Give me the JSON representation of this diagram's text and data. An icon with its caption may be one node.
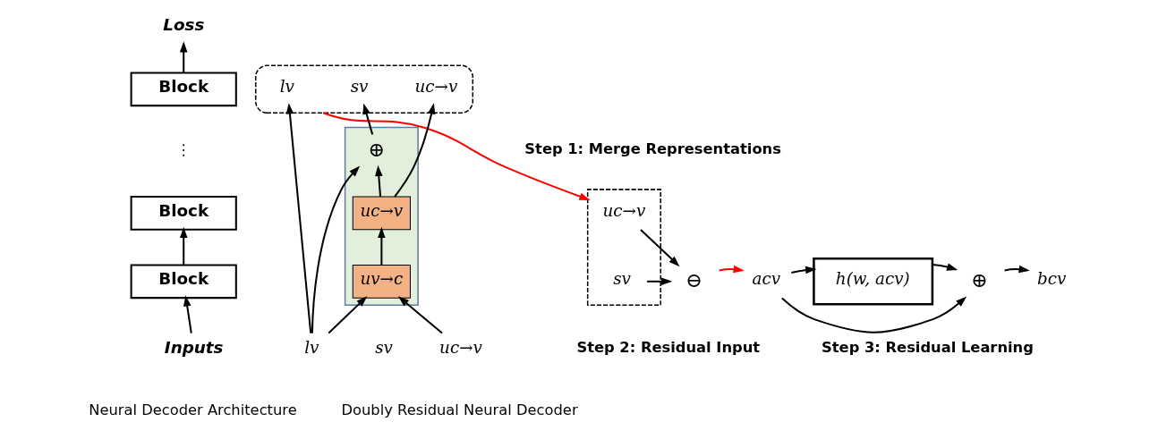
{
  "diagram": {
    "nodes": [
      {
        "text": [
          "Loss"
        ]
      },
      {
        "text": [
          "Block"
        ]
      },
      {
        "text": [
          "Block"
        ]
      },
      {
        "text": [
          "Block"
        ]
      },
      {
        "text": [
          "Inputs"
        ]
      },
      {
        "text": [],
        "shape": "ellipse"
      },
      {
        "text": [
          "lv"
        ],
        "in": 5
      },
      {
        "text": [
          "sv"
        ],
        "in": 5
      },
      {
        "text": [
          "uc→v"
        ],
        "in": 5
      },
      {
        "text": [],
        "shape": "box"
      },
      {
        "text": [
          "⊕"
        ],
        "in": 9
      },
      {
        "text": [
          "uc→v"
        ],
        "in": 9
      },
      {
        "text": [
          "uv→c"
        ],
        "in": 9
      },
      {
        "text": [
          "lv"
        ]
      },
      {
        "text": [
          "sv"
        ]
      },
      {
        "text": [
          "uc→v"
        ]
      },
      {
        "text": [],
        "shape": "box"
      },
      {
        "text": [
          "uc→v"
        ],
        "in": 16
      },
      {
        "text": [
          "sv"
        ],
        "in": 16
      },
      {
        "text": [
          "⊖"
        ]
      },
      {
        "text": [
          "acv"
        ]
      },
      {
        "text": [
          "h(w, acv)"
        ]
      },
      {
        "text": [
          "⊕"
        ]
      },
      {
        "text": [
          "bcv"
        ]
      }
    ],
    "edges": [
      {
        "from": 4,
        "to": 3,
        "arrow": "to"
      },
      {
        "from": 3,
        "to": 2,
        "arrow": "to"
      },
      {
        "from": 1,
        "to": 0,
        "arrow": "to"
      },
      {
        "from": 13,
        "to": 6,
        "arrow": "to"
      },
      {
        "from": 13,
        "to": 10,
        "arrow": "to"
      },
      {
        "from": 13,
        "to": 12,
        "arrow": "to"
      },
      {
        "from": 15,
        "to": 12,
        "arrow": "to"
      },
      {
        "from": 12,
        "to": 11,
        "arrow": "to"
      },
      {
        "from": 11,
        "to": 10,
        "arrow": "to"
      },
      {
        "from": 10,
        "to": 7,
        "arrow": "to"
      },
      {
        "from": 11,
        "to": 8,
        "arrow": "to"
      },
      {
        "from": 5,
        "to": 16,
        "arrow": "to",
        "color": "#ff0000"
      },
      {
        "from": 17,
        "to": 19,
        "arrow": "to"
      },
      {
        "from": 18,
        "to": 19,
        "arrow": "to"
      },
      {
        "from": 19,
        "to": 20,
        "arrow": "to",
        "color": "#ff0000"
      },
      {
        "from": 20,
        "to": 21,
        "arrow": "to"
      },
      {
        "from": 21,
        "to": 22,
        "arrow": "to"
      },
      {
        "from": 20,
        "to": 22,
        "arrow": "to"
      },
      {
        "from": 22,
        "to": 23,
        "arrow": "to"
      }
    ],
    "labels": [
      "⋮",
      "Step 1: Merge Representations",
      "Step 2: Residual Input",
      "Step 3: Residual Learning",
      "Neural Decoder Architecture",
      "Doubly Residual Neural Decoder"
    ]
  }
}
